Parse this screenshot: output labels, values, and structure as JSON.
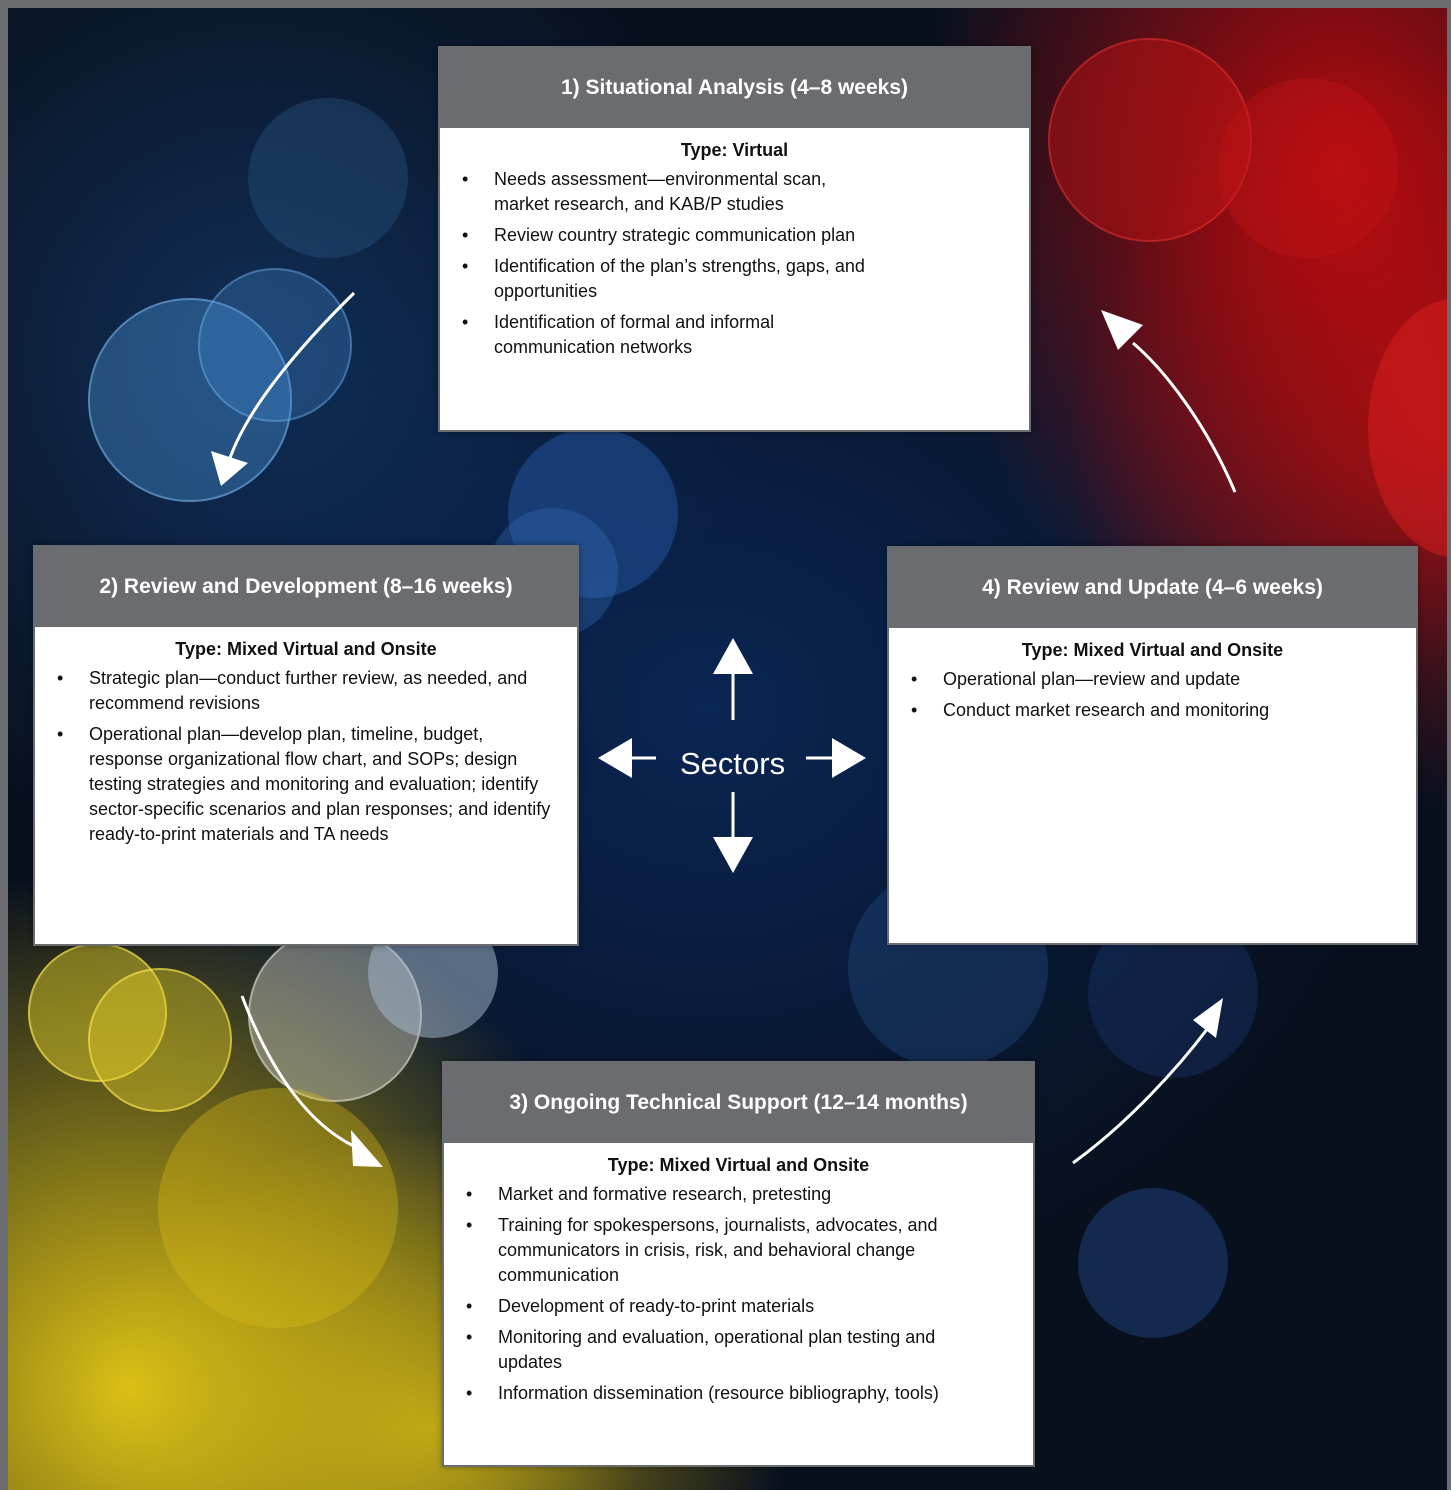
{
  "center": {
    "label": "Sectors"
  },
  "cards": [
    {
      "title": "1) Situational Analysis (4–8 weeks)",
      "type": "Type: Virtual",
      "bullets": [
        "Needs assessment—environmental scan, market research, and KAB/P studies",
        "Review country strategic communication plan",
        "Identification of the plan’s strengths, gaps, and opportunities",
        "Identification of formal and informal communication networks"
      ]
    },
    {
      "title": "2) Review and Development (8–16 weeks)",
      "type": "Type: Mixed Virtual and Onsite",
      "bullets": [
        "Strategic plan—conduct further review, as needed, and recommend revisions",
        "Operational plan—develop plan, timeline, budget, response organizational flow chart, and SOPs; design testing strategies and monitoring and evaluation; identify sector-specific scenarios and plan responses; and identify ready-to-print materials and TA needs"
      ]
    },
    {
      "title": "3) Ongoing Technical Support (12–14 months)",
      "type": "Type: Mixed Virtual and Onsite",
      "bullets": [
        "Market and formative research, pretesting",
        "Training for spokespersons, journalists, advocates, and communicators in crisis, risk, and behavioral change communication",
        "Development of ready-to-print materials",
        "Monitoring and evaluation, operational plan testing and updates",
        "Information dissemination (resource bibliography, tools)"
      ]
    },
    {
      "title": "4) Review and Update (4–6 weeks)",
      "type": "Type: Mixed Virtual and Onsite",
      "bullets": [
        "Operational plan—review and update",
        "Conduct market research and monitoring"
      ]
    }
  ],
  "bullet_glyph": "•",
  "colors": {
    "header_gray": "#6b6c70",
    "card_bg": "#ffffff",
    "arrow": "#ffffff"
  }
}
